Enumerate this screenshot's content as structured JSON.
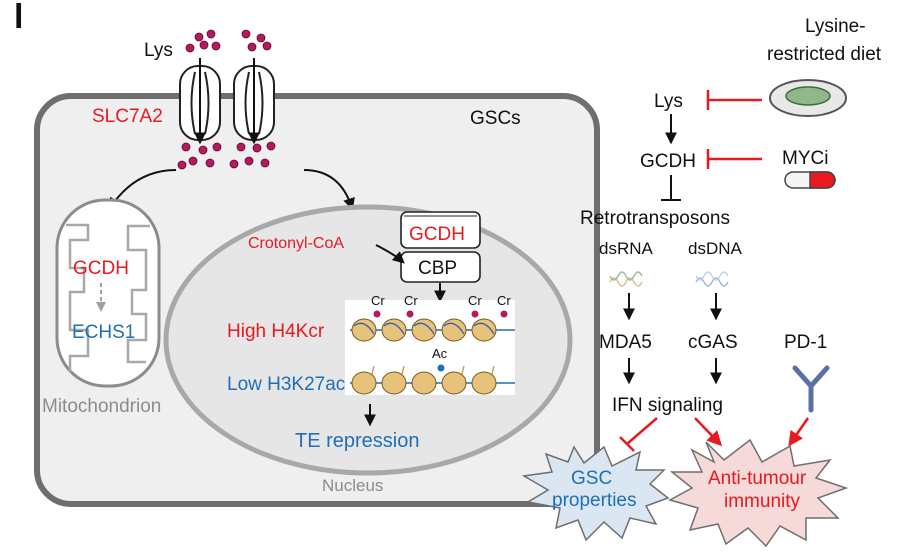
{
  "labels": {
    "panel_letter": "l",
    "lys_top": "Lys",
    "slc7a2": "SLC7A2",
    "gscs": "GSCs",
    "gcdh_mito": "GCDH",
    "echs1": "ECHS1",
    "mitochondrion": "Mitochondrion",
    "crotonyl_coa": "Crotonyl-CoA",
    "gcdh_nuc": "GCDH",
    "cbp": "CBP",
    "cr": "Cr",
    "ac": "Ac",
    "high_h4kcr": "High H4Kcr",
    "low_h3k27ac": "Low H3K27ac",
    "te_repression": "TE repression",
    "nucleus": "Nucleus",
    "lysine_diet_1": "Lysine-",
    "lysine_diet_2": "restricted diet",
    "lys_right": "Lys",
    "gcdh_right": "GCDH",
    "myci": "MYCi",
    "retrotransposons": "Retrotransposons",
    "dsrna": "dsRNA",
    "dsdna": "dsDNA",
    "mda5": "MDA5",
    "cgas": "cGAS",
    "pd1": "PD-1",
    "ifn_signaling": "IFN signaling",
    "gsc_prop_1": "GSC",
    "gsc_prop_2": "properties",
    "anti_tumour_1": "Anti-tumour",
    "anti_tumour_2": "immunity"
  },
  "colors": {
    "red": "#e8191f",
    "blue": "#1f6fb6",
    "gray_text": "#8c8c8c",
    "cell_border": "#6e6e6e",
    "cell_fill": "#efefef",
    "nucleus_fill": "#e6e6e6",
    "nucleus_border": "#a8a8a8",
    "dot": "#b5195e",
    "burst_blue": "#dbe6f3",
    "burst_pink": "#f6dada",
    "antibody": "#5b6fa6"
  }
}
